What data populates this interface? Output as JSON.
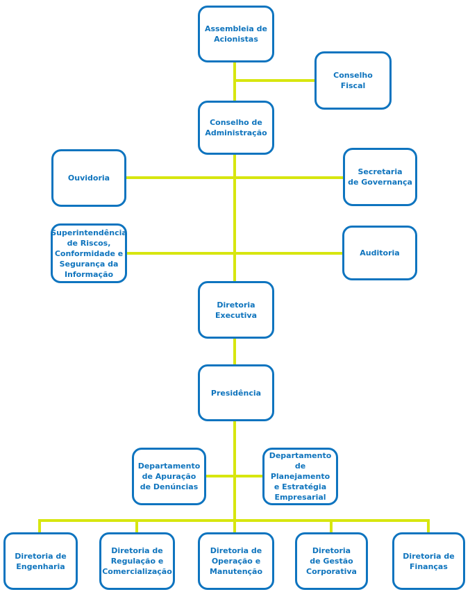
{
  "org_chart": {
    "colors": {
      "box_border": "#0e74bf",
      "box_text": "#0f74bd",
      "connector_line": "#d7e60f",
      "background": "#ffffff"
    },
    "nodes": [
      {
        "label": "Assembleia de\nAcionistas"
      },
      {
        "label": "Conselho\nFiscal"
      },
      {
        "label": "Conselho de\nAdministração"
      },
      {
        "label": "Ouvidoria"
      },
      {
        "label": "Secretaria\nde Governança"
      },
      {
        "label": "Superintendência\nde Riscos,\nConformidade e\nSegurança da\nInformação"
      },
      {
        "label": "Auditoria"
      },
      {
        "label": "Diretoria\nExecutiva"
      },
      {
        "label": "Presidência"
      },
      {
        "label": "Departamento\nde Apuração\nde Denúncias"
      },
      {
        "label": "Departamento\nde Planejamento\ne Estratégia\nEmpresarial"
      },
      {
        "label": "Diretoria de\nEngenharia"
      },
      {
        "label": "Diretoria de\nRegulação e\nComercialização"
      },
      {
        "label": "Diretoria de\nOperação e\nManutenção"
      },
      {
        "label": "Diretoria\nde Gestão\nCorporativa"
      },
      {
        "label": "Diretoria de\nFinanças"
      }
    ],
    "edges": [
      [
        0,
        1
      ],
      [
        0,
        2
      ],
      [
        2,
        3
      ],
      [
        2,
        4
      ],
      [
        2,
        5
      ],
      [
        2,
        6
      ],
      [
        2,
        7
      ],
      [
        7,
        8
      ],
      [
        8,
        9
      ],
      [
        8,
        10
      ],
      [
        8,
        11
      ],
      [
        8,
        12
      ],
      [
        8,
        13
      ],
      [
        8,
        14
      ],
      [
        8,
        15
      ]
    ]
  }
}
